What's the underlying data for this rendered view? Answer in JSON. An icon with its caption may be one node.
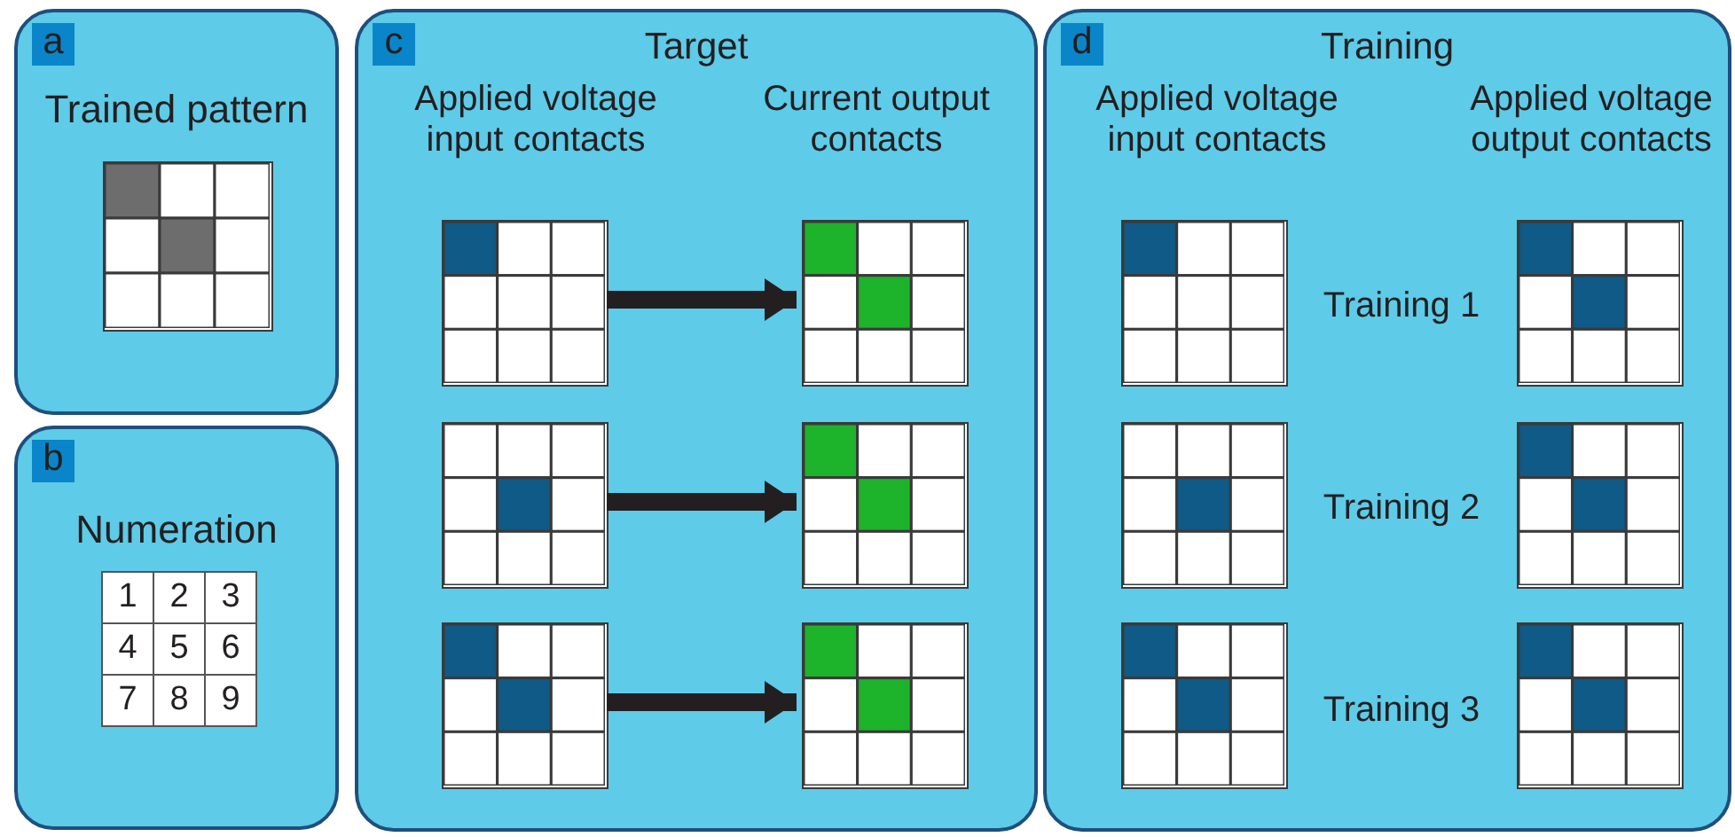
{
  "diagram": {
    "nodes": [
      {
        "text": [
          "a",
          "Trained pattern"
        ]
      },
      {
        "text": [],
        "shape": "grid",
        "in": 0
      },
      {
        "text": [
          "b",
          "Numeration"
        ]
      },
      {
        "text": [
          "c",
          "Target",
          "Applied voltage input contacts",
          "Current output contacts"
        ]
      },
      {
        "text": [],
        "shape": "grid",
        "in": 3
      },
      {
        "text": [],
        "shape": "grid",
        "in": 3
      },
      {
        "text": [],
        "shape": "grid",
        "in": 3
      },
      {
        "text": [],
        "shape": "grid",
        "in": 3
      },
      {
        "text": [],
        "shape": "grid",
        "in": 3
      },
      {
        "text": [],
        "shape": "grid",
        "in": 3
      },
      {
        "text": [
          "d",
          "Training",
          "Applied voltage input contacts",
          "Applied voltage output contacts"
        ]
      },
      {
        "text": [],
        "shape": "grid",
        "in": 10
      },
      {
        "text": [],
        "shape": "grid",
        "in": 10
      },
      {
        "text": [],
        "shape": "grid",
        "in": 10
      },
      {
        "text": [],
        "shape": "grid",
        "in": 10
      },
      {
        "text": [],
        "shape": "grid",
        "in": 10
      },
      {
        "text": [],
        "shape": "grid",
        "in": 10
      }
    ],
    "edges": [
      {
        "from": 4,
        "to": 5,
        "arrow": "to"
      },
      {
        "from": 6,
        "to": 7,
        "arrow": "to"
      },
      {
        "from": 8,
        "to": 9,
        "arrow": "to"
      }
    ],
    "labels": [
      "1",
      "2",
      "3",
      "4",
      "5",
      "6",
      "7",
      "8",
      "9",
      "Training 1",
      "Training 2",
      "Training 3"
    ]
  }
}
